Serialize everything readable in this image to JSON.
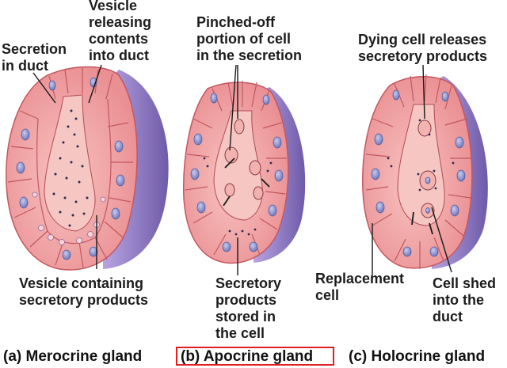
{
  "labels": {
    "a_secretion_in_duct": "Secretion\nin duct",
    "a_vesicle_releasing": "Vesicle\nreleasing\ncontents\ninto duct",
    "a_vesicle_containing": "Vesicle containing\nsecretory products",
    "b_pinched_off": "Pinched-off\nportion of cell\nin the secretion",
    "b_secretory_products": "Secretory\nproducts\nstored in\nthe cell",
    "c_dying_cell": "Dying cell releases\nsecretory products",
    "c_replacement": "Replacement\ncell",
    "c_cell_shed": "Cell shed\ninto the\nduct"
  },
  "captions": {
    "a": "(a) Merocrine gland",
    "b": "(b) Apocrine gland",
    "c": "(c) Holocrine gland"
  },
  "colors": {
    "cell_fill": "#f2a3a3",
    "cell_edge": "#c2585f",
    "nucleus": "#7f86c8",
    "backing": "#8e7ac4",
    "highlight_box": "#e02020"
  }
}
